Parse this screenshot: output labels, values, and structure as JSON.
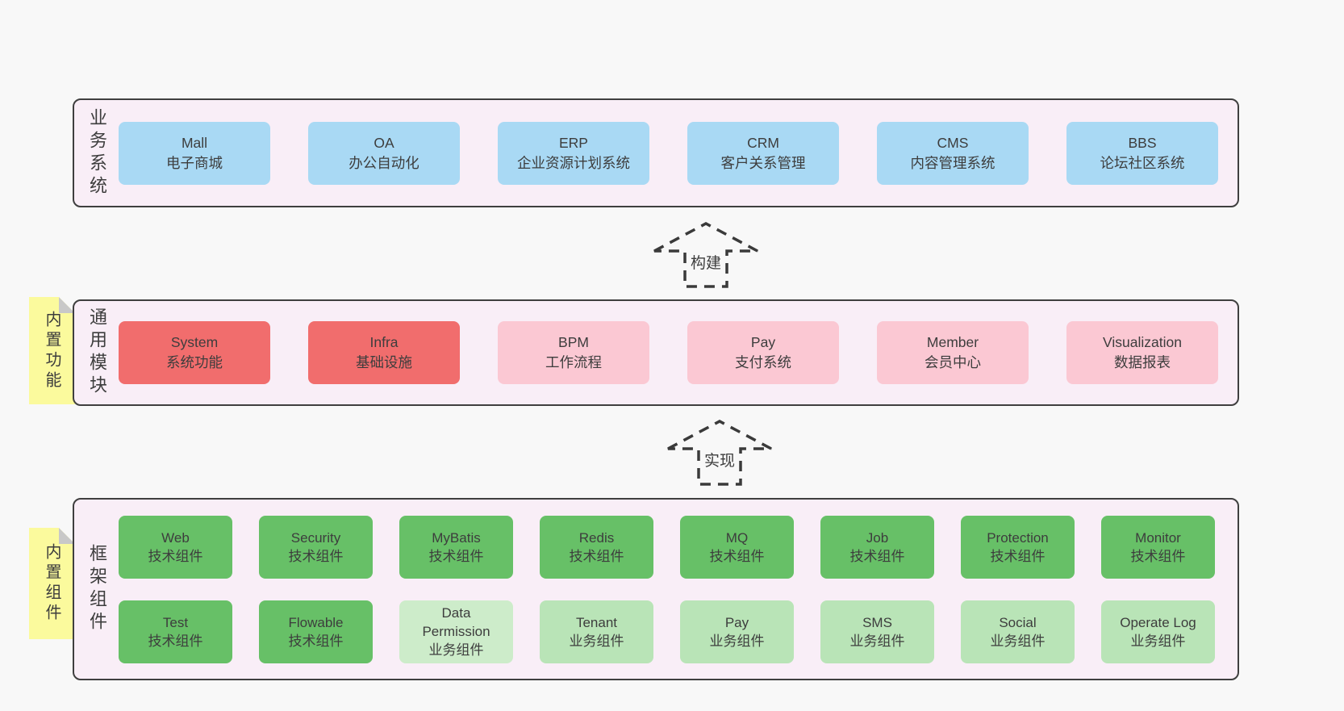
{
  "diagram": {
    "arrows": {
      "build": "构建",
      "implement": "实现"
    },
    "bands": {
      "business": {
        "label": "业务系统",
        "boxes": [
          {
            "name": "Mall",
            "desc": "电子商城",
            "style": "blue"
          },
          {
            "name": "OA",
            "desc": "办公自动化",
            "style": "blue"
          },
          {
            "name": "ERP",
            "desc": "企业资源计划系统",
            "style": "blue"
          },
          {
            "name": "CRM",
            "desc": "客户关系管理",
            "style": "blue"
          },
          {
            "name": "CMS",
            "desc": "内容管理系统",
            "style": "blue"
          },
          {
            "name": "BBS",
            "desc": "论坛社区系统",
            "style": "blue"
          }
        ]
      },
      "modules": {
        "note": "内置功能",
        "label": "通用模块",
        "boxes": [
          {
            "name": "System",
            "desc": "系统功能",
            "style": "red"
          },
          {
            "name": "Infra",
            "desc": "基础设施",
            "style": "red"
          },
          {
            "name": "BPM",
            "desc": "工作流程",
            "style": "pink"
          },
          {
            "name": "Pay",
            "desc": "支付系统",
            "style": "pink"
          },
          {
            "name": "Member",
            "desc": "会员中心",
            "style": "pink"
          },
          {
            "name": "Visualization",
            "desc": "数据报表",
            "style": "pink"
          }
        ]
      },
      "framework": {
        "note": "内置组件",
        "label": "框架组件",
        "row1": [
          {
            "name": "Web",
            "desc": "技术组件",
            "style": "green"
          },
          {
            "name": "Security",
            "desc": "技术组件",
            "style": "green"
          },
          {
            "name": "MyBatis",
            "desc": "技术组件",
            "style": "green"
          },
          {
            "name": "Redis",
            "desc": "技术组件",
            "style": "green"
          },
          {
            "name": "MQ",
            "desc": "技术组件",
            "style": "green"
          },
          {
            "name": "Job",
            "desc": "技术组件",
            "style": "green"
          },
          {
            "name": "Protection",
            "desc": "技术组件",
            "style": "green"
          },
          {
            "name": "Monitor",
            "desc": "技术组件",
            "style": "green"
          }
        ],
        "row2": [
          {
            "name": "Test",
            "desc": "技术组件",
            "style": "green"
          },
          {
            "name": "Flowable",
            "desc": "技术组件",
            "style": "green"
          },
          {
            "name": "Data Permission",
            "desc": "业务组件",
            "style": "green-lighter"
          },
          {
            "name": "Tenant",
            "desc": "业务组件",
            "style": "green-light"
          },
          {
            "name": "Pay",
            "desc": "业务组件",
            "style": "green-light"
          },
          {
            "name": "SMS",
            "desc": "业务组件",
            "style": "green-light"
          },
          {
            "name": "Social",
            "desc": "业务组件",
            "style": "green-light"
          },
          {
            "name": "Operate Log",
            "desc": "业务组件",
            "style": "green-light"
          }
        ]
      }
    },
    "colors": {
      "page_background": "#f8f8f8",
      "business_box": "#a9d9f4",
      "core_module_box": "#f16d6d",
      "optional_module_box": "#fbc8d3",
      "tech_component_box": "#67c067",
      "biz_component_box": "#b9e4b7",
      "sticky_note": "#fbfa9d",
      "container_bg": "#f9eef7",
      "container_border": "#3f3f3f"
    }
  }
}
